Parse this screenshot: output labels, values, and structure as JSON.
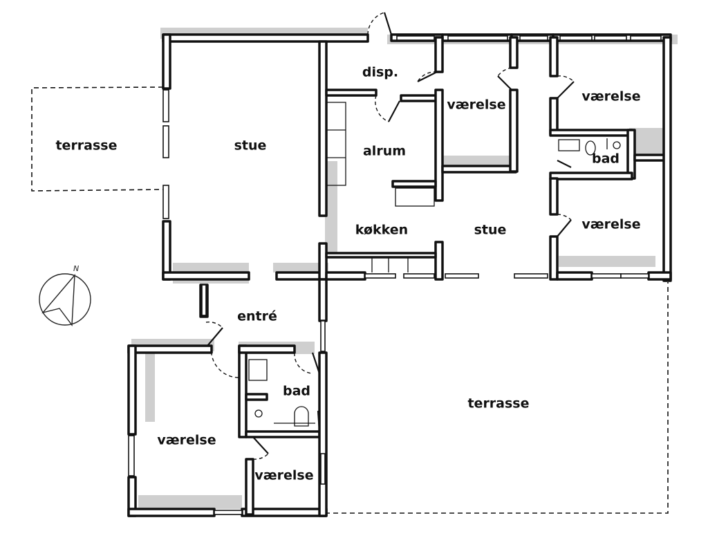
{
  "labels": {
    "terrasse_west": "terrasse",
    "stue_main": "stue",
    "disp": "disp.",
    "alrum": "alrum",
    "vaerelse_mid": "værelse",
    "vaerelse_ne": "værelse",
    "bad_east": "bad",
    "vaerelse_e": "værelse",
    "koekken": "køkken",
    "stue_east": "stue",
    "entre": "entré",
    "bad_south": "bad",
    "vaerelse_sw": "værelse",
    "vaerelse_small": "værelse",
    "terrasse_south": "terrasse",
    "compass_north": "N"
  },
  "icons": [
    "compass-icon",
    "north-arrow-icon"
  ]
}
